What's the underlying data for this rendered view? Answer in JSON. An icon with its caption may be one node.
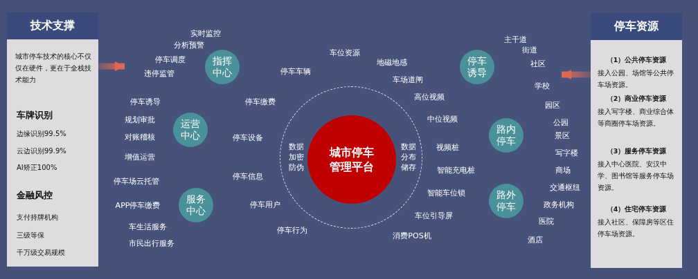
{
  "diagram": {
    "nodes": [
      {
        "text": [
          "技术支撑",
          "城市停车技术的核心不仅仅在硬件，更在于全栈技术能力",
          "车牌识别",
          "边缘识别99.5%",
          "云边识别99.9%",
          "AI矫正100%",
          "金融风控",
          "支付持牌机构",
          "三级等保",
          "千万级交易规模"
        ]
      },
      {
        "text": [
          "指挥中心"
        ]
      },
      {
        "text": [
          "运营中心"
        ]
      },
      {
        "text": [
          "服务中心"
        ]
      },
      {
        "text": [
          "数据加密防伪",
          "数据分布储存"
        ]
      },
      {
        "text": [
          "城市停车管理平台"
        ],
        "in": 4
      },
      {
        "text": [
          "停车诱导"
        ]
      },
      {
        "text": [
          "路内停车"
        ]
      },
      {
        "text": [
          "路外停车"
        ]
      },
      {
        "text": [
          "停车资源",
          "（1）公共停车资源",
          "接入公园、场馆等公共停车场资源。",
          "（2）商业停车资源",
          "接入写字楼、商业综合体等商圈停车场资源。",
          "（3）服务停车资源",
          "接入中心医院、安汉中学、图书馆等服务停车场资源。",
          "（4）住宅停车资源",
          "接入社区、保障房等区住停车场资源。"
        ]
      }
    ],
    "edges": [
      {
        "from": 0,
        "to": null,
        "arrow": "to"
      },
      {
        "from": 9,
        "to": null,
        "arrow": "to"
      }
    ],
    "labels": [
      "实时监控",
      "分析预警",
      "停车调度",
      "违停监管",
      "停车诱导",
      "规划审批",
      "对账稽核",
      "增值运营",
      "停车场云托管",
      "APP停车缴费",
      "车生活服务",
      "市民出行服务",
      "停车车辆",
      "停车缴费",
      "停车设备",
      "停车信息",
      "停车用户",
      "停车行为",
      "车位资源",
      "地磁地感",
      "车场道闸",
      "高位视频",
      "中位视频",
      "视频桩",
      "智能充电桩",
      "智能车位锁",
      "车位引导屏",
      "消费POS机",
      "主干道",
      "街道",
      "社区",
      "学校",
      "园区",
      "公园",
      "景区",
      "写字楼",
      "商场",
      "交通枢纽",
      "政务机构",
      "医院",
      "酒店"
    ]
  }
}
